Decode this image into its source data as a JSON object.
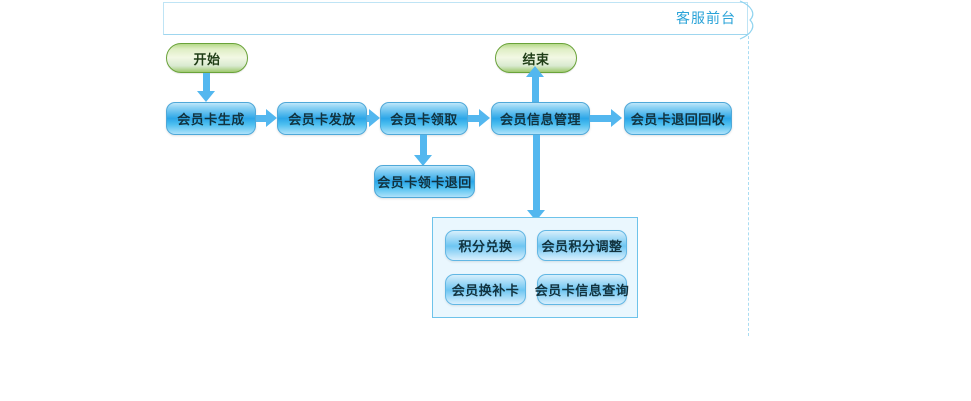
{
  "lane": {
    "title": "客服前台",
    "title_color": "#2aa3d8",
    "border_color": "#bfe4f5"
  },
  "terminators": [
    {
      "id": "start",
      "label": "开始"
    },
    {
      "id": "end",
      "label": "结束"
    }
  ],
  "main_flow": [
    {
      "id": "card-generate",
      "label": "会员卡生成"
    },
    {
      "id": "card-issue",
      "label": "会员卡发放"
    },
    {
      "id": "card-claim",
      "label": "会员卡领取"
    },
    {
      "id": "member-info",
      "label": "会员信息管理"
    },
    {
      "id": "card-recycle",
      "label": "会员卡退回回收"
    }
  ],
  "branch": {
    "id": "card-claim-return",
    "label": "会员卡领卡退回"
  },
  "group": {
    "id": "member-services-group",
    "items": [
      {
        "id": "points-exchange",
        "label": "积分兑换"
      },
      {
        "id": "points-adjust",
        "label": "会员积分调整"
      },
      {
        "id": "card-replace",
        "label": "会员换补卡"
      },
      {
        "id": "card-info-query",
        "label": "会员卡信息查询"
      }
    ]
  },
  "colors": {
    "arrow": "#53b7ef",
    "process_accent": "#2ba6e8",
    "terminator_accent": "#6aa33a",
    "group_fill": "#eaf7fe",
    "group_border": "#6ec3ea"
  }
}
